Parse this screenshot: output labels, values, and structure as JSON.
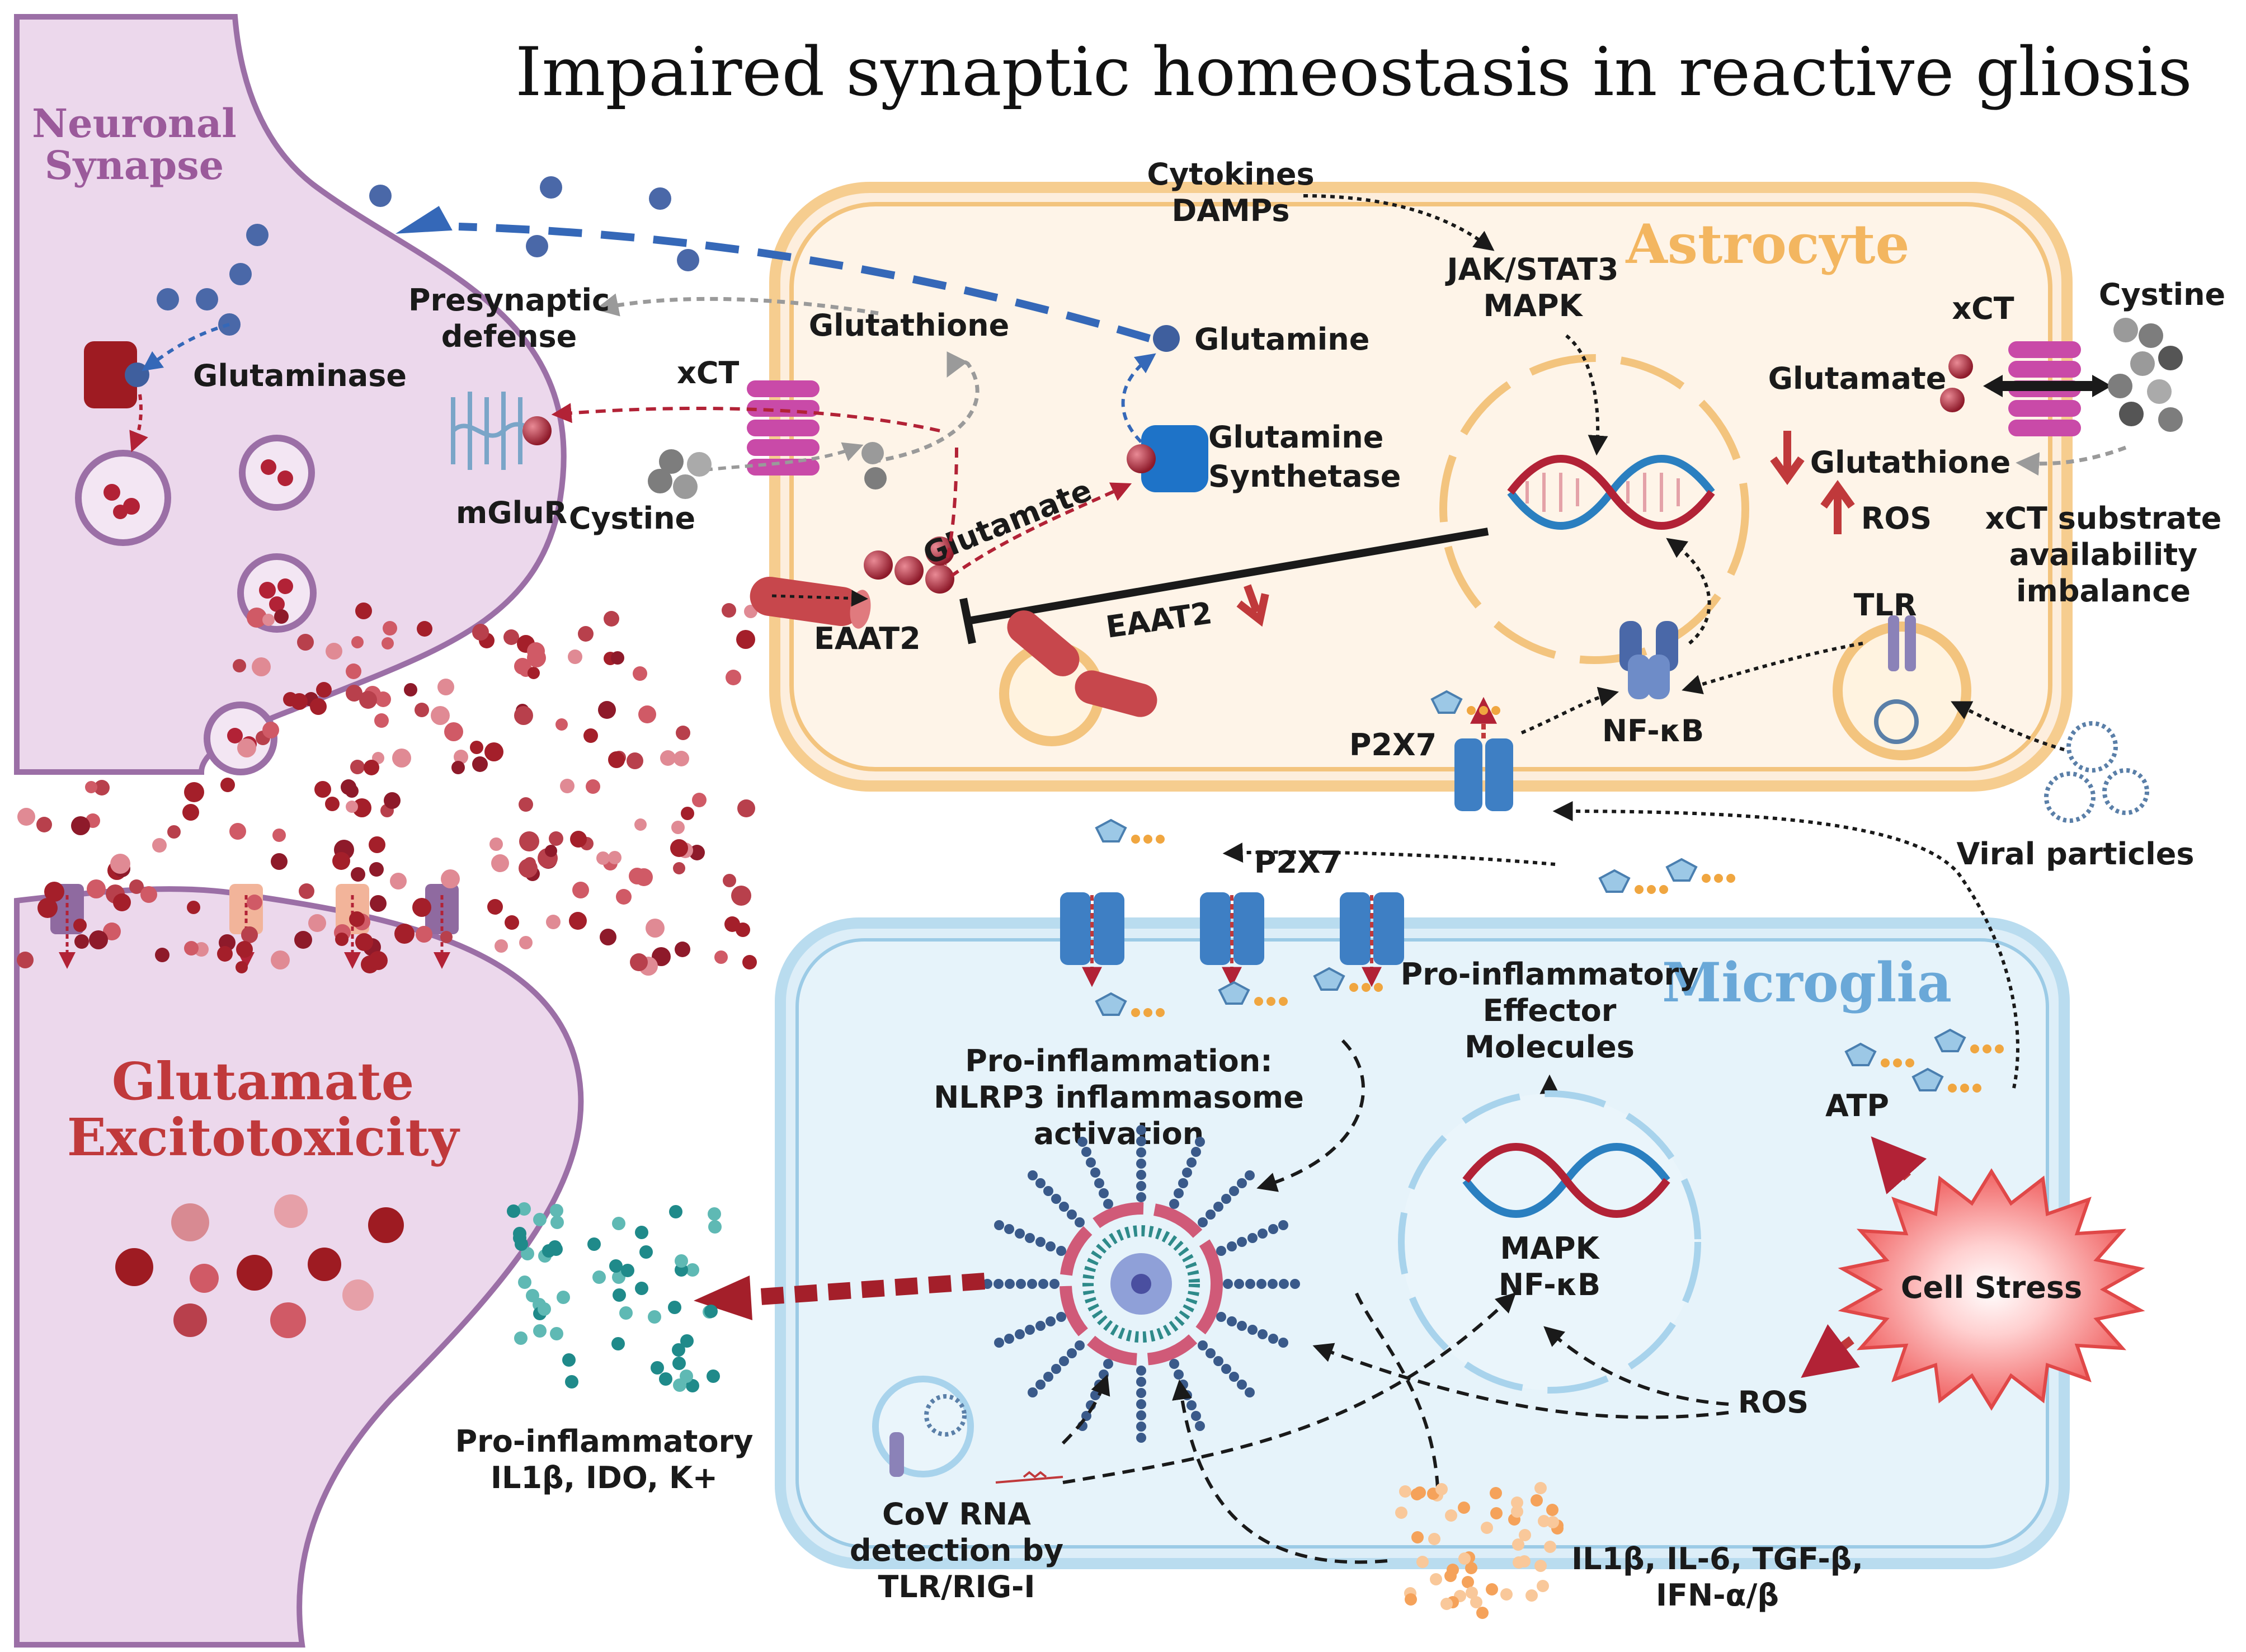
{
  "title": "Impaired synaptic homeostasis in reactive gliosis",
  "colors": {
    "neuron_fill": "#ecd8ec",
    "neuron_stroke": "#9b6fa6",
    "astro_fill": "#fdeedd",
    "astro_stroke": "#f3c47e",
    "micro_fill": "#ddeef8",
    "micro_stroke": "#9ccbe6",
    "glutamate": "#b22236",
    "glutamine": "#3f5f9e",
    "cystine": "#7d7d7d",
    "red_arrow": "#c0393b",
    "blue_arrow": "#3568b8"
  },
  "neuron": {
    "title_line1": "Neuronal",
    "title_line2": "Synapse",
    "glutaminase": "Glutaminase",
    "mglur": "mGluR",
    "excitotoxicity_line1": "Glutamate",
    "excitotoxicity_line2": "Excitotoxicity"
  },
  "astrocyte": {
    "name": "Astrocyte",
    "cytokines": "Cytokines",
    "damps": "DAMPs",
    "jak_stat3": "JAK/STAT3",
    "mapk": "MAPK",
    "presynaptic_line1": "Presynaptic",
    "presynaptic_line2": "defense",
    "glutathione": "Glutathione",
    "glutamine": "Glutamine",
    "glutamine_synthetase_line1": "Glutamine",
    "glutamine_synthetase_line2": "Synthetase",
    "xct_left": "xCT",
    "cystine_left": "Cystine",
    "glutamate_diag": "Glutamate",
    "eaat2": "EAAT2",
    "eaat2_down": "EAAT2",
    "xct_right": "xCT",
    "cystine_right": "Cystine",
    "glutamate_right": "Glutamate",
    "glutathione_right": "Glutathione",
    "ros": "ROS",
    "imbalance_line1": "xCT substrate",
    "imbalance_line2": "availability",
    "imbalance_line3": "imbalance",
    "tlr": "TLR",
    "nfkb": "NF-κB",
    "p2x7": "P2X7",
    "viral_particles": "Viral particles"
  },
  "microglia": {
    "name": "Microglia",
    "p2x7": "P2X7",
    "effector_line1": "Pro-inflammatory",
    "effector_line2": "Effector",
    "effector_line3": "Molecules",
    "nlrp3_line1": "Pro-inflammation:",
    "nlrp3_line2": "NLRP3 inflammasome",
    "nlrp3_line3": "activation",
    "atp": "ATP",
    "mapk": "MAPK",
    "nfkb": "NF-κB",
    "cell_stress": "Cell Stress",
    "ros": "ROS",
    "released_line1": "Pro-inflammatory",
    "released_line2": "IL1β, IDO, K+",
    "cov_line1": "CoV RNA",
    "cov_line2": "detection by",
    "cov_line3": "TLR/RIG-I",
    "cytokines_line1": "IL1β, IL-6, TGF-β,",
    "cytokines_line2": "IFN-α/β"
  }
}
